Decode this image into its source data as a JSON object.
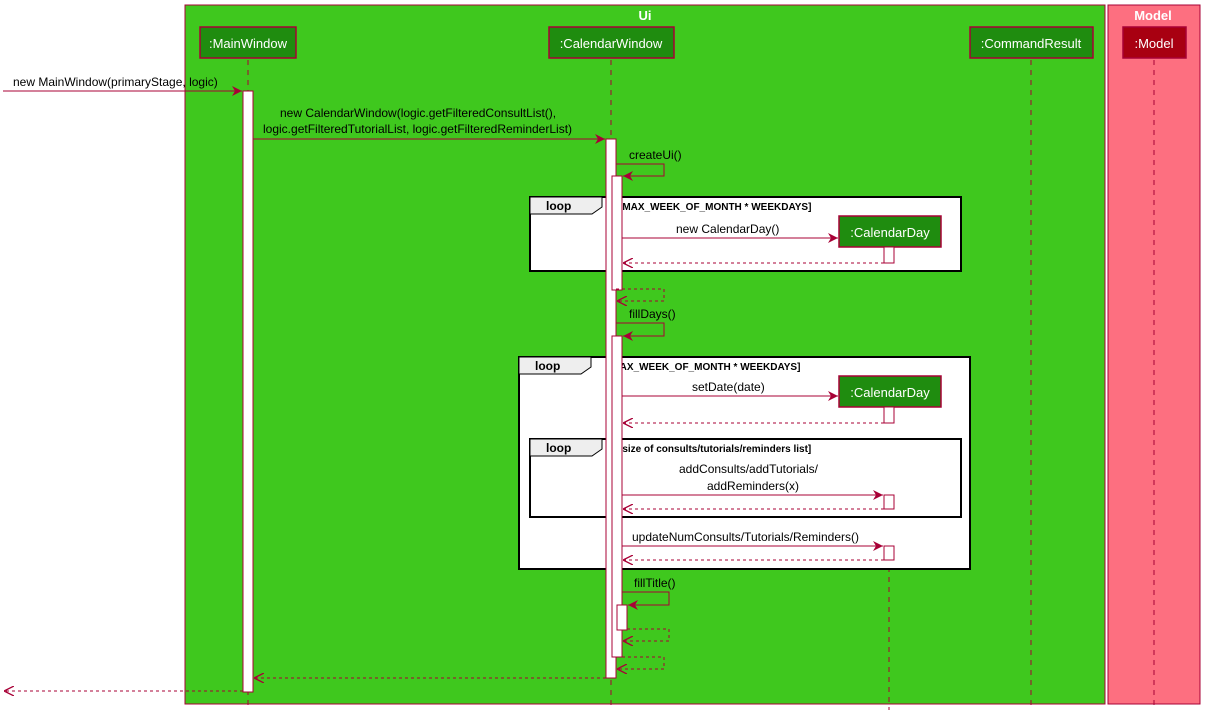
{
  "boxes": {
    "ui": {
      "title": "Ui",
      "fill": "#3fc81e"
    },
    "model": {
      "title": "Model",
      "fill": "#fd6f80"
    }
  },
  "participants": {
    "main_window": ":MainWindow",
    "calendar_window": ":CalendarWindow",
    "command_result": ":CommandResult",
    "model": ":Model",
    "calendar_day": ":CalendarDay"
  },
  "messages": {
    "new_main_window": "new MainWindow(primaryStage, logic)",
    "new_calendar_window_line1": "new CalendarWindow(logic.getFilteredConsultList(),",
    "new_calendar_window_line2": "logic.getFilteredTutorialList, logic.getFilteredReminderList)",
    "create_ui": "createUi()",
    "new_calendar_day": "new CalendarDay()",
    "fill_days": "fillDays()",
    "set_date": "setDate(date)",
    "add_items_line1": "addConsults/addTutorials/",
    "add_items_line2": "addReminders(x)",
    "update_num": "updateNumConsults/Tutorials/Reminders()",
    "fill_title": "fillTitle()"
  },
  "fragments": {
    "loop_label": "loop",
    "loop1_guard": "[MAX_WEEK_OF_MONTH * WEEKDAYS]",
    "loop2_guard": "[MAX_WEEK_OF_MONTH * WEEKDAYS]",
    "loop3_guard": "[size of consults/tutorials/reminders list]"
  },
  "colors": {
    "ui_box": "#3fc81e",
    "model_box": "#fd6f80",
    "participant_fill": "#1f8c0f",
    "model_participant_fill": "#a80011",
    "arrow": "#a80036",
    "participant_border": "#a80036"
  }
}
